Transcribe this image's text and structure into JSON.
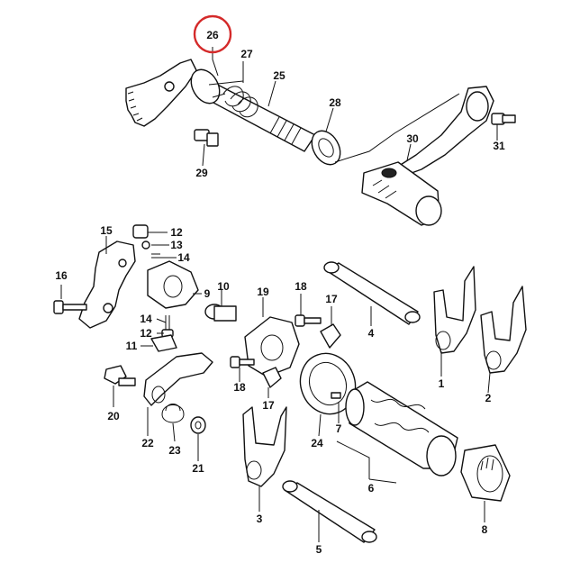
{
  "diagram": {
    "highlighted_part": "26",
    "highlight_color": "#d42a2a",
    "labels": [
      "26",
      "27",
      "25",
      "28",
      "29",
      "30",
      "31",
      "15",
      "12",
      "13",
      "14",
      "16",
      "10",
      "9",
      "14",
      "12",
      "11",
      "19",
      "18",
      "17",
      "4",
      "18",
      "17",
      "24",
      "7",
      "1",
      "2",
      "20",
      "22",
      "23",
      "21",
      "3",
      "6",
      "5",
      "8"
    ]
  }
}
